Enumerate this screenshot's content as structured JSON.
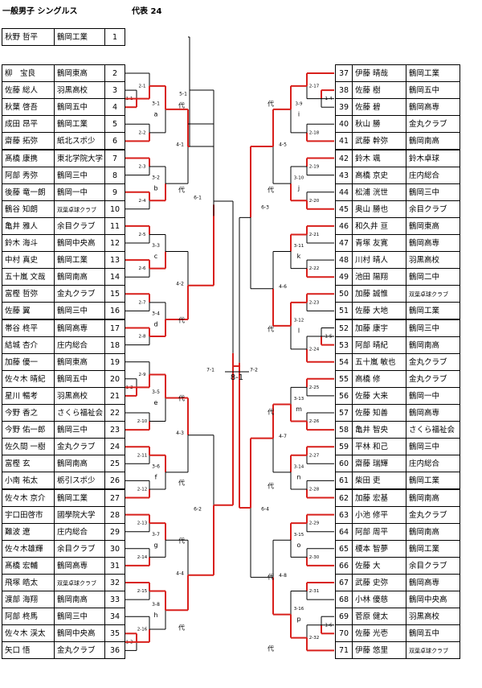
{
  "header": {
    "event": "一般男子 シングルス",
    "quota": "代表 24"
  },
  "left_players": [
    {
      "num": "1",
      "name": "秋野 哲平",
      "club": "鶴岡工業"
    },
    {
      "num": "2",
      "name": "柳　宝良",
      "club": "鶴岡東高"
    },
    {
      "num": "3",
      "name": "佐藤 総人",
      "club": "羽黒高校"
    },
    {
      "num": "4",
      "name": "秋葉 啓吾",
      "club": "鶴岡五中"
    },
    {
      "num": "5",
      "name": "成田 昂平",
      "club": "鶴岡工業"
    },
    {
      "num": "6",
      "name": "齋藤 拓弥",
      "club": "紙北スポ少"
    },
    {
      "num": "7",
      "name": "髙橋 康携",
      "club": "東北学院大学"
    },
    {
      "num": "8",
      "name": "阿部 秀弥",
      "club": "鶴岡三中"
    },
    {
      "num": "9",
      "name": "後藤 竜一朗",
      "club": "鶴岡一中"
    },
    {
      "num": "10",
      "name": "鶴谷 知朗",
      "club": "双葉卓球クラブ"
    },
    {
      "num": "11",
      "name": "亀井 雅人",
      "club": "余目クラブ"
    },
    {
      "num": "12",
      "name": "鈴木 海斗",
      "club": "鶴岡中央高"
    },
    {
      "num": "13",
      "name": "中村 真史",
      "club": "鶴岡工業"
    },
    {
      "num": "14",
      "name": "五十嵐 文哉",
      "club": "鶴岡南高"
    },
    {
      "num": "15",
      "name": "富樫 哲弥",
      "club": "金丸クラブ"
    },
    {
      "num": "16",
      "name": "佐藤 翼",
      "club": "鶴岡三中"
    },
    {
      "num": "17",
      "name": "帯谷 柊平",
      "club": "鶴岡高専"
    },
    {
      "num": "18",
      "name": "結城 杏介",
      "club": "庄内総合"
    },
    {
      "num": "19",
      "name": "加藤 優一",
      "club": "鶴岡東高"
    },
    {
      "num": "20",
      "name": "佐々木 晴紀",
      "club": "鶴岡五中"
    },
    {
      "num": "21",
      "name": "星川 暢考",
      "club": "羽黒高校"
    },
    {
      "num": "22",
      "name": "今野 香之",
      "club": "さくら福祉会"
    },
    {
      "num": "23",
      "name": "今野 佑一郎",
      "club": "鶴岡三中"
    },
    {
      "num": "24",
      "name": "佐久間 一樹",
      "club": "金丸クラブ"
    },
    {
      "num": "25",
      "name": "富樫 玄",
      "club": "鶴岡南高"
    },
    {
      "num": "26",
      "name": "小南 祐太",
      "club": "栃引スポ少"
    },
    {
      "num": "27",
      "name": "佐々木 京介",
      "club": "鶴岡工業"
    },
    {
      "num": "28",
      "name": "宇口田啓市",
      "club": "國學院大学"
    },
    {
      "num": "29",
      "name": "難波 遼",
      "club": "庄内総合"
    },
    {
      "num": "30",
      "name": "佐々木雄輝",
      "club": "余目クラブ"
    },
    {
      "num": "31",
      "name": "髙橋 宏輔",
      "club": "鶴岡高専"
    },
    {
      "num": "32",
      "name": "飛塚 皓太",
      "club": "双葉卓球クラブ"
    },
    {
      "num": "33",
      "name": "渡部 海翔",
      "club": "鶴岡南高"
    },
    {
      "num": "34",
      "name": "阿部 柊馬",
      "club": "鶴岡三中"
    },
    {
      "num": "35",
      "name": "佐々木 渓太",
      "club": "鶴岡中央高"
    },
    {
      "num": "36",
      "name": "矢口 悟",
      "club": "金丸クラブ"
    }
  ],
  "right_players": [
    {
      "num": "37",
      "name": "伊藤 晴哉",
      "club": "鶴岡工業"
    },
    {
      "num": "38",
      "name": "佐藤 樹",
      "club": "鶴岡五中"
    },
    {
      "num": "39",
      "name": "佐藤 碧",
      "club": "鶴岡高専"
    },
    {
      "num": "40",
      "name": "秋山 勝",
      "club": "金丸クラブ"
    },
    {
      "num": "41",
      "name": "武藤 幹弥",
      "club": "鶴岡南高"
    },
    {
      "num": "42",
      "name": "鈴木 颯",
      "club": "鈴木卓球"
    },
    {
      "num": "43",
      "name": "高橋 京史",
      "club": "庄内総合"
    },
    {
      "num": "44",
      "name": "松浦 洸世",
      "club": "鶴岡三中"
    },
    {
      "num": "45",
      "name": "奥山 勝也",
      "club": "余目クラブ"
    },
    {
      "num": "46",
      "name": "和久井 亘",
      "club": "鶴岡東高"
    },
    {
      "num": "47",
      "name": "青塚 友寛",
      "club": "鶴岡高専"
    },
    {
      "num": "48",
      "name": "川村 晴人",
      "club": "羽黒高校"
    },
    {
      "num": "49",
      "name": "池田 陽翔",
      "club": "鶴岡二中"
    },
    {
      "num": "50",
      "name": "加藤 誠惟",
      "club": "双葉卓球クラブ"
    },
    {
      "num": "51",
      "name": "佐藤 大地",
      "club": "鶴岡工業"
    },
    {
      "num": "52",
      "name": "加藤 康宇",
      "club": "鶴岡三中"
    },
    {
      "num": "53",
      "name": "阿部 晴紀",
      "club": "鶴岡南高"
    },
    {
      "num": "54",
      "name": "五十嵐 敏也",
      "club": "金丸クラブ"
    },
    {
      "num": "55",
      "name": "高橋 修",
      "club": "金丸クラブ"
    },
    {
      "num": "56",
      "name": "佐藤 大来",
      "club": "鶴岡一中"
    },
    {
      "num": "57",
      "name": "佐藤 知善",
      "club": "鶴岡高専"
    },
    {
      "num": "58",
      "name": "亀井 智央",
      "club": "さくら福祉会"
    },
    {
      "num": "59",
      "name": "平林 和己",
      "club": "鶴岡三中"
    },
    {
      "num": "60",
      "name": "齋藤 瑞輝",
      "club": "庄内総合"
    },
    {
      "num": "61",
      "name": "柴田 吏",
      "club": "鶴岡工業"
    },
    {
      "num": "62",
      "name": "加藤 宏基",
      "club": "鶴岡南高"
    },
    {
      "num": "63",
      "name": "小池 修平",
      "club": "金丸クラブ"
    },
    {
      "num": "64",
      "name": "阿部 周平",
      "club": "鶴岡南高"
    },
    {
      "num": "65",
      "name": "榎本 智夢",
      "club": "鶴岡工業"
    },
    {
      "num": "66",
      "name": "佐藤 大",
      "club": "余目クラブ"
    },
    {
      "num": "67",
      "name": "武藤 史弥",
      "club": "鶴岡高専"
    },
    {
      "num": "68",
      "name": "小林 優慈",
      "club": "鶴岡中央高"
    },
    {
      "num": "69",
      "name": "菅原 健太",
      "club": "羽黒高校"
    },
    {
      "num": "70",
      "name": "佐藤 光壱",
      "club": "鶴岡五中"
    },
    {
      "num": "71",
      "name": "伊藤 悠里",
      "club": "双葉卓球クラブ"
    }
  ],
  "labels": {
    "daihyo": "代",
    "final": "8-1",
    "semi_left": "7-1",
    "semi_right": "7-2",
    "left_r6": [
      "6-1",
      "6-2"
    ],
    "right_r6": [
      "6-3",
      "6-4"
    ],
    "left_r5": [
      "5-1"
    ],
    "left_r4": [
      "4-1",
      "4-2",
      "4-3",
      "4-4"
    ],
    "right_r4": [
      "4-5",
      "4-6",
      "4-7",
      "4-8"
    ],
    "left_groups": [
      "a",
      "b",
      "c",
      "d",
      "e",
      "f",
      "g",
      "h"
    ],
    "right_groups": [
      "i",
      "j",
      "k",
      "l",
      "m",
      "n",
      "o",
      "p"
    ],
    "left_r3": [
      "3-1",
      "3-2",
      "3-3",
      "3-4",
      "3-5",
      "3-6",
      "3-7",
      "3-8"
    ],
    "right_r3": [
      "3-9",
      "3-10",
      "3-11",
      "3-12",
      "3-13",
      "3-14",
      "3-15",
      "3-16"
    ],
    "left_r2": [
      "2-1",
      "2-2",
      "2-3",
      "2-4",
      "2-5",
      "2-6",
      "2-7",
      "2-8",
      "2-9",
      "2-10",
      "2-11",
      "2-12",
      "2-13",
      "2-14",
      "2-15",
      "2-16"
    ],
    "right_r2": [
      "2-17",
      "2-18",
      "2-19",
      "2-20",
      "2-21",
      "2-22",
      "2-23",
      "2-24",
      "2-25",
      "2-26",
      "2-27",
      "2-28",
      "2-29",
      "2-30",
      "2-31",
      "2-32"
    ],
    "left_r1": [
      "1-1",
      "1-2",
      "1-3"
    ],
    "right_r1": [
      "1-4",
      "1-5",
      "1-6"
    ]
  },
  "colors": {
    "winner_line": "#d8201c",
    "line": "#000000"
  }
}
